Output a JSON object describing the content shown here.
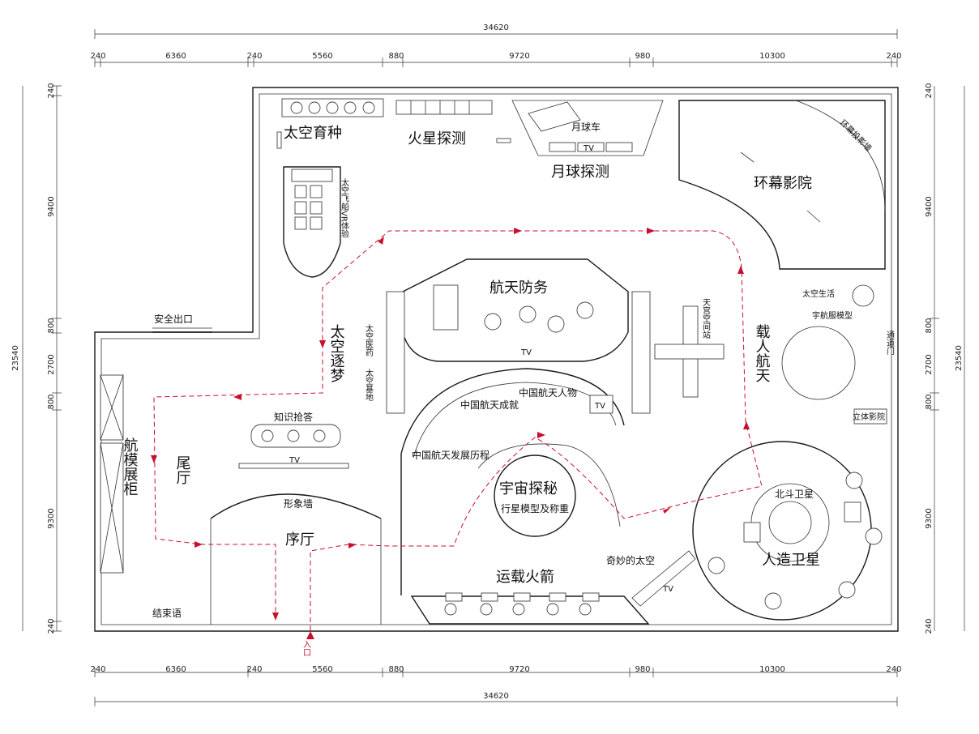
{
  "dimensions": {
    "total_width": "34620",
    "total_height": "23540",
    "horizontal_segments": [
      "240",
      "6360",
      "240",
      "5560",
      "880",
      "9720",
      "980",
      "10300",
      "240"
    ],
    "vertical_segments_top_to_bottom": [
      "240",
      "9400",
      "800",
      "2700",
      "800",
      "9300",
      "240"
    ]
  },
  "rooms": {
    "space_breeding": "太空育种",
    "mars_exploration": "火星探测",
    "moon_exploration": "月球探测",
    "lunar_rover": "月球车",
    "ring_cinema": "环幕影院",
    "space_flight_vr": "太空飞船VR体验",
    "space_defense": "航天防务",
    "space_station": "天宫空间站",
    "manned_spaceflight": "载人航天",
    "space_life": "太空生活",
    "spacesuit_model": "宇航服模型",
    "passage_door": "通道门",
    "stereo_cinema": "立体影院",
    "safety_exit": "安全出口",
    "space_dream": "太空逐梦",
    "space_tech": "太空医药",
    "space_base": "太空基地",
    "knowledge_quiz": "知识抢答",
    "tail_hall": "尾厅",
    "model_cabinet": "航模展柜",
    "image_wall": "形象墙",
    "prelude_hall": "序厅",
    "ending": "结束语",
    "entrance": "入口",
    "china_space_people": "中国航天人物",
    "china_space_achievements": "中国航天成就",
    "china_space_history": "中国航天发展历程",
    "universe_explore": "宇宙探秘",
    "planet_model": "行星模型及称重",
    "beidou": "北斗卫星",
    "artificial_satellite": "人造卫星",
    "wonderful_space": "奇妙的太空",
    "launch_rocket": "运载火箭",
    "tv": "TV",
    "ring_screen": "环幕投影墙"
  }
}
